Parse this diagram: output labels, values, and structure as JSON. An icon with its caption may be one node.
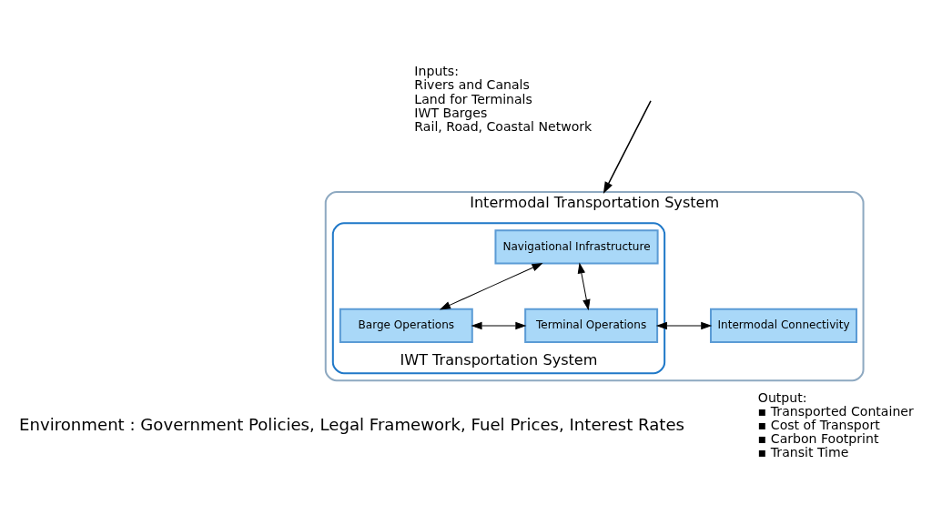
{
  "diagram": {
    "nodes": [
      {
        "text": [
          "Intermodal Transportation System"
        ]
      },
      {
        "text": [
          "IWT Transportation System"
        ],
        "in": 0
      },
      {
        "text": [
          "Navigational Infrastructure"
        ],
        "in": 1
      },
      {
        "text": [
          "Barge Operations"
        ],
        "in": 1
      },
      {
        "text": [
          "Terminal Operations"
        ],
        "in": 1
      },
      {
        "text": [
          "Intermodal Connectivity"
        ],
        "in": 0
      }
    ],
    "edges": [
      {
        "from": null,
        "to": 0,
        "arrow": "to"
      },
      {
        "from": 2,
        "to": 3,
        "arrow": "both"
      },
      {
        "from": 2,
        "to": 4,
        "arrow": "both"
      },
      {
        "from": 3,
        "to": 4,
        "arrow": "both"
      },
      {
        "from": 4,
        "to": 5,
        "arrow": "both"
      }
    ],
    "labels": [
      "Inputs:",
      "Rivers and Canals",
      "Land for Terminals",
      "IWT Barges",
      "Rail, Road, Coastal Network",
      "Output:",
      "▪ Transported Container",
      "▪ Cost of Transport",
      "▪ Carbon Footprint",
      "▪ Transit Time",
      "Environment : Government Policies, Legal Framework, Fuel Prices, Interest Rates"
    ]
  }
}
